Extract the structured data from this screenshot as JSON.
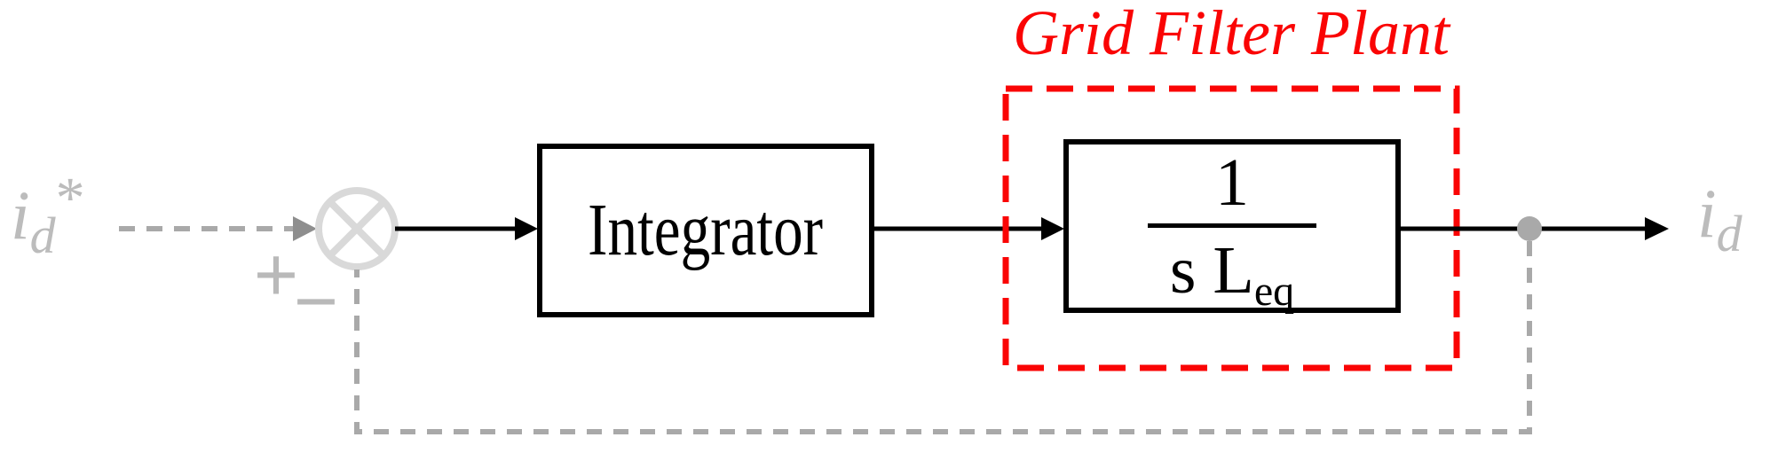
{
  "figure": {
    "type": "control-block-diagram",
    "input_signal": {
      "base": "i",
      "sub": "d",
      "sup": "*"
    },
    "output_signal": {
      "base": "i",
      "sub": "d"
    },
    "summing_junction": {
      "plus": "+",
      "minus": "−"
    },
    "integrator": {
      "label": "Integrator"
    },
    "plant": {
      "numerator": "1",
      "denominator_base": "s L",
      "denominator_sub": "eq"
    },
    "plant_group": {
      "title": "Grid Filter Plant"
    },
    "colors": {
      "accent_red": "#FA0404",
      "line_black": "#000000",
      "junction_gray": "#d9d9d9",
      "dash_gray": "#a9a9a9",
      "label_gray": "#bcbcbc",
      "arrowhead_gray": "#8e8e8e"
    }
  }
}
